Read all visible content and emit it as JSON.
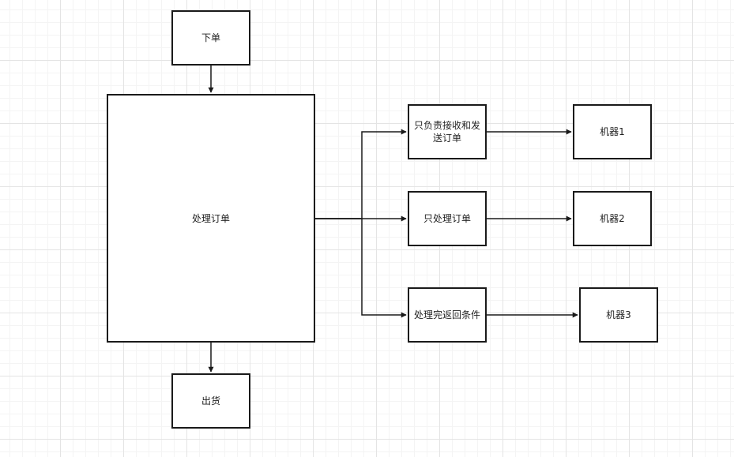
{
  "diagram": {
    "nodes": {
      "order": "下单",
      "process": "处理订单",
      "ship": "出货",
      "receive_send": "只负责接收和发送订单",
      "process_only": "只处理订单",
      "return_cond": "处理完返回条件",
      "machine1": "机器1",
      "machine2": "机器2",
      "machine3": "机器3"
    },
    "edges": [
      {
        "from": "order",
        "to": "process"
      },
      {
        "from": "process",
        "to": "ship"
      },
      {
        "from": "process",
        "to": "receive_send"
      },
      {
        "from": "process",
        "to": "process_only"
      },
      {
        "from": "process",
        "to": "return_cond"
      },
      {
        "from": "receive_send",
        "to": "machine1"
      },
      {
        "from": "process_only",
        "to": "machine2"
      },
      {
        "from": "return_cond",
        "to": "machine3"
      }
    ],
    "colors": {
      "stroke": "#1a1a1a",
      "fill": "#ffffff",
      "text": "#222222",
      "grid": "#e4e4e4"
    }
  }
}
